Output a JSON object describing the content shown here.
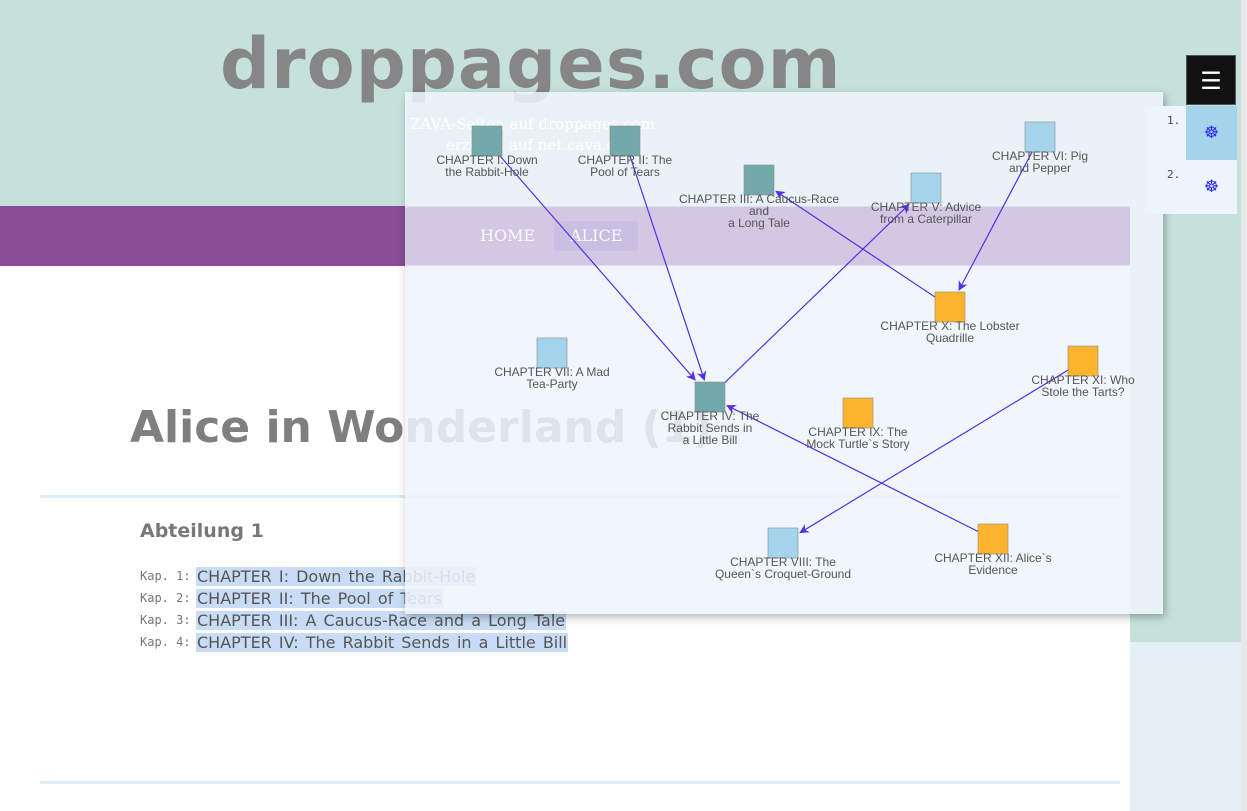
{
  "site": {
    "title": "droppages.com"
  },
  "overlay": {
    "subtitle_line1": "ZAVA-Seiten auf droppages.com",
    "subtitle_line2": "erzeugt auf net.cava.de"
  },
  "nav": {
    "items": [
      {
        "label": "HOME"
      },
      {
        "label": "ALICE"
      }
    ]
  },
  "main": {
    "title": "Alice in Wonderland (1)",
    "section": "Abteilung 1",
    "chapters": [
      {
        "num": "Kap. 1:",
        "title": "CHAPTER I: Down the Rabbit-Hole"
      },
      {
        "num": "Kap. 2:",
        "title": "CHAPTER II: The Pool of Tears"
      },
      {
        "num": "Kap. 3:",
        "title": "CHAPTER III: A Caucus-Race and a Long Tale"
      },
      {
        "num": "Kap. 4:",
        "title": "CHAPTER IV: The Rabbit Sends in a Little Bill"
      }
    ]
  },
  "graph": {
    "colors": {
      "teal": "#73a9ab",
      "lightblue": "#a4d5ec",
      "orange": "#fbb42c",
      "edge": "#5030e8"
    },
    "nodes": [
      {
        "id": "ch1",
        "color": "teal",
        "label": [
          "CHAPTER I: Down",
          "the Rabbit-Hole"
        ]
      },
      {
        "id": "ch2",
        "color": "teal",
        "label": [
          "CHAPTER II: The",
          "Pool of Tears"
        ]
      },
      {
        "id": "ch3",
        "color": "teal",
        "label": [
          "CHAPTER III: A Caucus-Race",
          "and",
          "a Long Tale"
        ]
      },
      {
        "id": "ch4",
        "color": "teal",
        "label": [
          "CHAPTER IV: The",
          "Rabbit Sends in",
          "a Little Bill"
        ]
      },
      {
        "id": "ch5",
        "color": "lightblue",
        "label": [
          "CHAPTER V: Advice",
          "from a Caterpillar"
        ]
      },
      {
        "id": "ch6",
        "color": "lightblue",
        "label": [
          "CHAPTER VI: Pig",
          "and Pepper"
        ]
      },
      {
        "id": "ch7",
        "color": "lightblue",
        "label": [
          "CHAPTER VII: A Mad",
          "Tea-Party"
        ]
      },
      {
        "id": "ch8",
        "color": "lightblue",
        "label": [
          "CHAPTER VIII: The",
          "Queen`s Croquet-Ground"
        ]
      },
      {
        "id": "ch9",
        "color": "orange",
        "label": [
          "CHAPTER IX: The",
          "Mock Turtle`s Story"
        ]
      },
      {
        "id": "ch10",
        "color": "orange",
        "label": [
          "CHAPTER X: The Lobster",
          "Quadrille"
        ]
      },
      {
        "id": "ch11",
        "color": "orange",
        "label": [
          "CHAPTER XI: Who",
          "Stole the Tarts?"
        ]
      },
      {
        "id": "ch12",
        "color": "orange",
        "label": [
          "CHAPTER XII: Alice`s",
          "Evidence"
        ]
      }
    ],
    "edges": [
      {
        "from": "ch1",
        "to": "ch4"
      },
      {
        "from": "ch2",
        "to": "ch4"
      },
      {
        "from": "ch4",
        "to": "ch5"
      },
      {
        "from": "ch10",
        "to": "ch3"
      },
      {
        "from": "ch6",
        "to": "ch10"
      },
      {
        "from": "ch11",
        "to": "ch8"
      },
      {
        "from": "ch12",
        "to": "ch4"
      }
    ]
  },
  "widget": {
    "menu_icon": "hamburger-icon",
    "items": [
      {
        "num": "1.",
        "icon": "wheel-icon"
      },
      {
        "num": "2.",
        "icon": "wheel-icon"
      }
    ]
  }
}
